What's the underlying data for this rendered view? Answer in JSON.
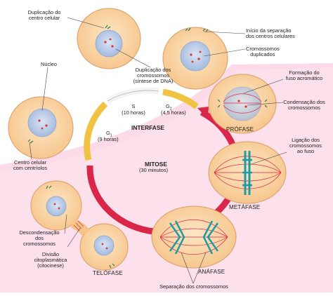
{
  "cycle": {
    "interphase_label": "INTERFASE",
    "mitosis_label": "MITOSE",
    "mitosis_duration": "(30 minutos)",
    "s_label": "S",
    "s_duration": "(10 horas)",
    "g1_label": "G",
    "g1_sub": "1",
    "g1_duration": "(9 horas)",
    "g2_label": "G",
    "g2_sub": "2",
    "g2_duration": "(4,5 horas)",
    "colors": {
      "g1": "#f0c040",
      "s": "#f2f2f2",
      "g2": "#f0c040",
      "mitosis": "#d8284a",
      "cell_fill": "#fbd9a8",
      "cell_border": "#e0a878",
      "nucleus": "#b9c9e6",
      "band": "#f8c8dd"
    }
  },
  "labels": {
    "dup_centro_l1": "Duplicação do",
    "dup_centro_l2": "centro celular",
    "inicio_sep_l1": "Início da separação",
    "inicio_sep_l2": "dos centros celulares",
    "nucleo": "Núcleo",
    "dup_crom_l1": "Duplicação dos",
    "dup_crom_l2": "cromossomos",
    "dup_crom_l3": "(síntese de DNA)",
    "crom_dup_l1": "Cromossomos",
    "crom_dup_l2": "duplicados",
    "form_fuso_l1": "Formação do",
    "form_fuso_l2": "fuso acromático",
    "cond_l1": "Condensação dos",
    "cond_l2": "cromossomos",
    "profase": "PRÓFASE",
    "lig_l1": "Ligação dos",
    "lig_l2": "cromossomos",
    "lig_l3": "ao fuso",
    "centro_cel_l1": "Centro celular",
    "centro_cel_l2": "com centríolos",
    "metafase": "METÁFASE",
    "descond_l1": "Descondensação",
    "descond_l2": "dos",
    "descond_l3": "cromossomos",
    "divisao_l1": "Divisão",
    "divisao_l2": "citoplasmática",
    "divisao_l3": "(citocinese)",
    "telofase": "TELÓFASE",
    "anafase": "ANÁFASE",
    "separacao": "Separação dos cromossomos"
  }
}
